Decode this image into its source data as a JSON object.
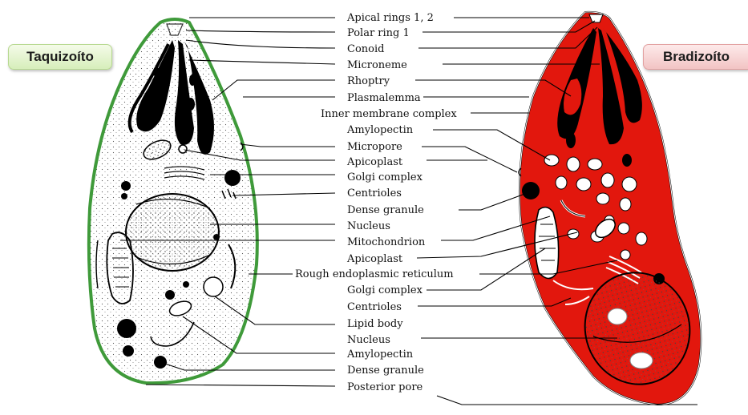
{
  "left_title": "Taquizoíto",
  "right_title": "Bradizoíto",
  "labels": [
    "Apical rings 1, 2",
    "Polar ring 1",
    "Conoid",
    "Microneme",
    "Rhoptry",
    "Plasmalemma",
    "Inner membrane complex",
    "Amylopectin",
    "Micropore",
    "Apicoplast",
    "Golgi complex",
    "Centrioles",
    "Dense granule",
    "Nucleus",
    "Mitochondrion",
    "Apicoplast",
    "Rough endoplasmic reticulum",
    "Golgi complex",
    "Centrioles",
    "Lipid body",
    "Nucleus",
    "Amylopectin",
    "Dense granule",
    "Posterior pore"
  ],
  "colors": {
    "tachyzoite_outline": "#3f9a3a",
    "bradyzoite_fill": "#e2170d",
    "organelle_dark": "#000000"
  }
}
